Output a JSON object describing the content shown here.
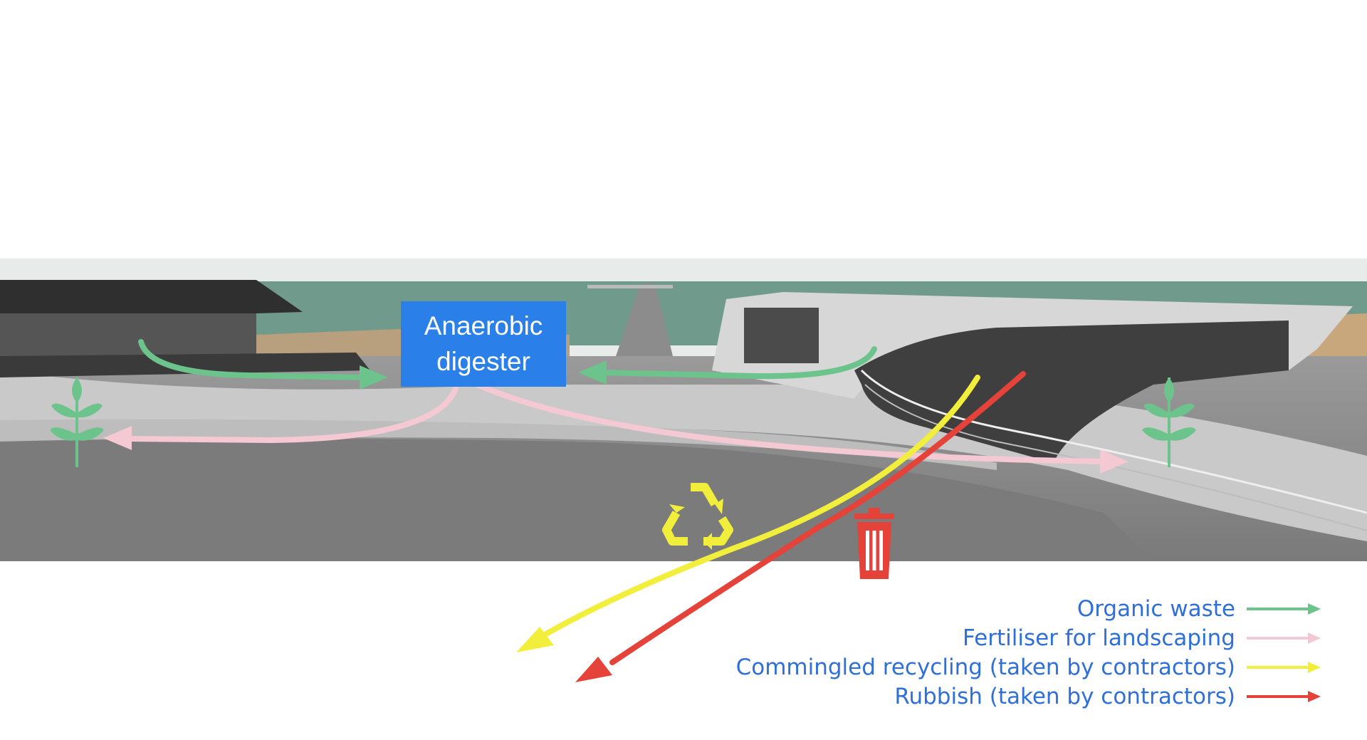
{
  "box": {
    "line1": "Anaerobic",
    "line2": "digester"
  },
  "legend": [
    {
      "label": "Organic waste",
      "color": "#6cc48c"
    },
    {
      "label": "Fertiliser for landscaping",
      "color": "#f4c9d3"
    },
    {
      "label": "Commingled recycling (taken by contractors)",
      "color": "#f2ee3c"
    },
    {
      "label": "Rubbish (taken by contractors)",
      "color": "#e5423a"
    }
  ],
  "icons": [
    "plant-icon",
    "plant-icon",
    "recycle-icon",
    "trash-bin-icon"
  ]
}
